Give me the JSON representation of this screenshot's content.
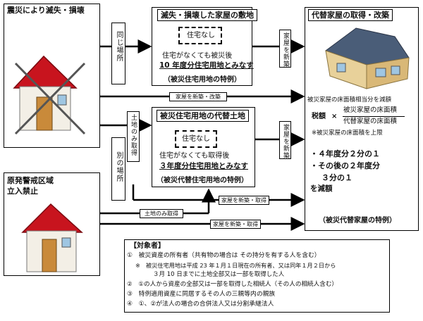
{
  "left": {
    "disaster_title": "震災により滅失・損壊",
    "evac_line1": "原発警戒区域",
    "evac_line2": "立入禁止"
  },
  "branches": {
    "same_place": "同じ場所",
    "other_place": "別の場所",
    "land_only_acquire": "土地のみ取得"
  },
  "top_center": {
    "title": "滅失・損壊した家屋の敷地",
    "dashed": "住宅なし",
    "line1": "住宅がなくても被災後",
    "line2": "10 年度分住宅用地とみなす",
    "special": "（被災住宅用地の特例）"
  },
  "mid_center": {
    "title": "被災住宅用地の代替土地",
    "dashed": "住宅なし",
    "line1": "住宅がなくても取得後",
    "line2": "３年度分住宅用地とみなす",
    "special": "（被災代替住宅用地の特例）"
  },
  "arrows": {
    "new_build": "家屋を新築",
    "new_build_renovate": "家屋を新築・改築",
    "new_build_acquire_1": "家屋を新築・取得",
    "land_only_acquire_label": "土地のみ取得",
    "new_build_acquire_2": "家屋を新築・取得"
  },
  "right": {
    "title": "代替家屋の取得・改築",
    "reduction_intro": "被災家屋の床面積相当分を減額",
    "tax": "税額",
    "times": "×",
    "frac_top": "被災家屋の床面積",
    "frac_bottom": "代替家屋の床面積",
    "note": "※被災家屋の床面積を上限",
    "r1": "・４年度分２分の１",
    "r2": "・その後の２年度分",
    "r3": "３分の１",
    "r4": "を減額",
    "special": "（被災代替家屋の特例）"
  },
  "subject": {
    "heading": "【対象者】",
    "item1": "①　被災資産の所有者（共有物の場合は その持分を有する人を含む）",
    "item1_note_a": "※　被災住宅用地は平成 23 年１月１日現在の所有者、又は同年１月２日から",
    "item1_note_b": "３月 10 日までに土地全部又は一部を取得した人",
    "item2": "②　①の人から資産の全部又は一部を取得した相続人（その人の相続人含む）",
    "item3": "③　特例適用資産に同居するその人の三親等内の親族",
    "item4": "④　①、②が法人の場合の合併法人又は分割承継法人"
  },
  "colors": {
    "roof": "#c8141e",
    "wall": "#f3efe6",
    "door": "#c98a3a",
    "cross": "#555555"
  }
}
